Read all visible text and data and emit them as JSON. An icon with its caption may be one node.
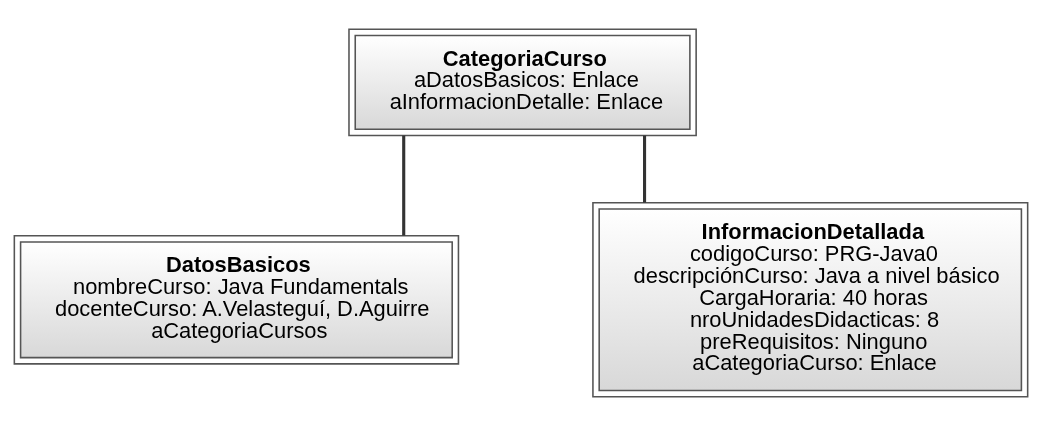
{
  "diagram": {
    "nodes": [
      {
        "text": [
          "CategoriaCurso",
          "aDatosBasicos: Enlace",
          "aInformacionDetalle: Enlace"
        ]
      },
      {
        "text": [
          "DatosBasicos",
          "nombreCurso: Java Fundamentals",
          "docenteCurso: A.Velasteguí, D.Aguirre",
          "aCategoriaCursos"
        ]
      },
      {
        "text": [
          "InformacionDetallada",
          "codigoCurso: PRG-Java0",
          "descripciónCurso: Java a nivel básico",
          "CargaHoraria: 40 horas",
          "nroUnidadesDidacticas: 8",
          "preRequisitos: Ninguno",
          "aCategoriaCurso: Enlace"
        ]
      }
    ],
    "edges": [
      {
        "from": 0,
        "to": 1,
        "arrow": "none"
      },
      {
        "from": 0,
        "to": 2,
        "arrow": "none"
      }
    ]
  }
}
